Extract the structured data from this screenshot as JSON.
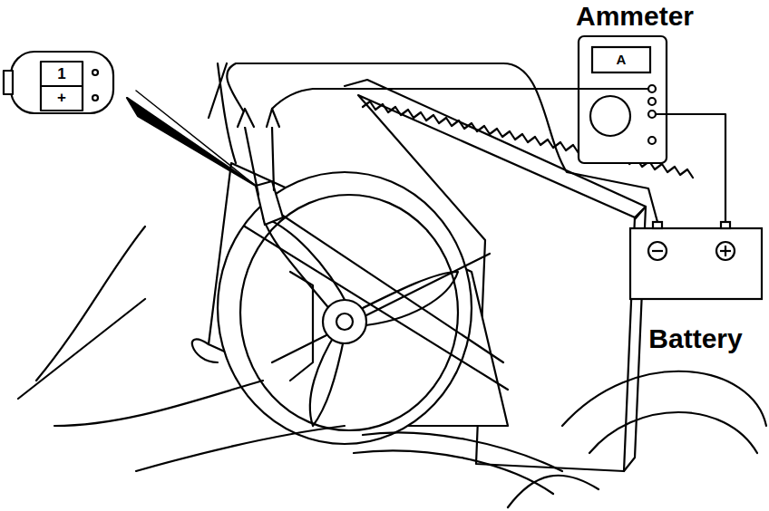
{
  "diagram": {
    "nodes": [
      {
        "text": [
          "Ammeter",
          "A"
        ]
      },
      {
        "text": [
          "Battery"
        ]
      }
    ],
    "edges": [
      {
        "from": 0,
        "to": 1,
        "arrow": "none"
      }
    ],
    "labels": [
      "1",
      "+"
    ]
  }
}
